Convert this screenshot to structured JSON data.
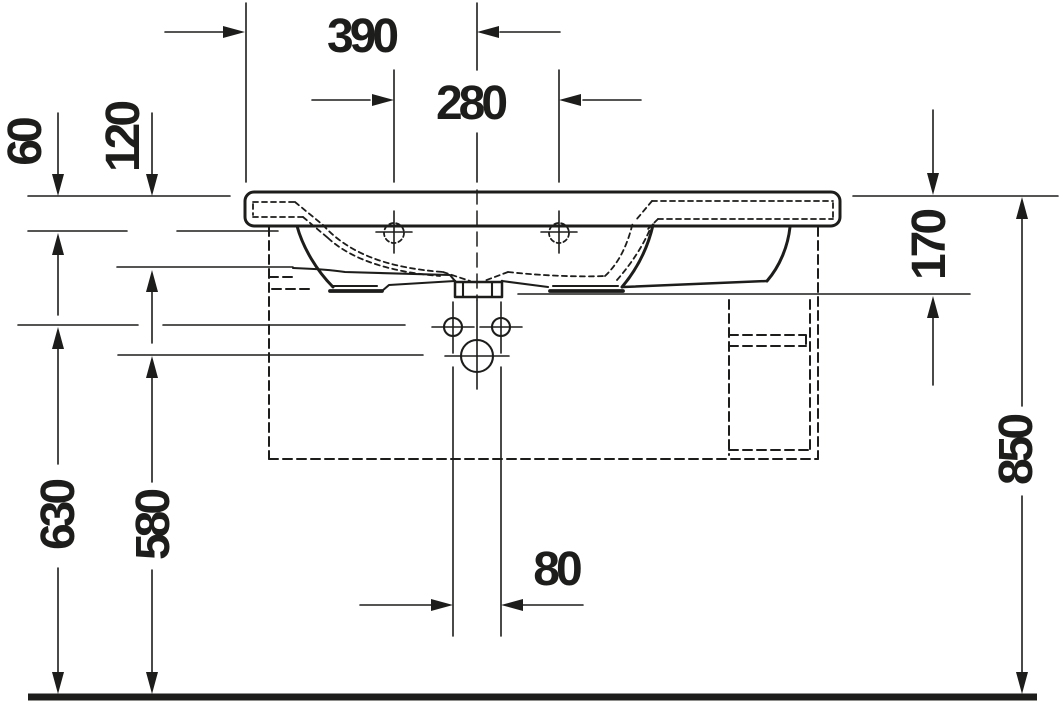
{
  "colors": {
    "line": "#1d1d1b",
    "background": "#ffffff"
  },
  "dims": {
    "back_edge_to_drain_center": "390",
    "tap_hole_spacing": "280",
    "rim_thickness": "60",
    "bowl_inner_depth": "120",
    "body_height": "170",
    "rim_height_above_floor": "850",
    "fixing_hole_height": "630",
    "outlet_height": "580",
    "fixing_hole_spacing": "80"
  }
}
